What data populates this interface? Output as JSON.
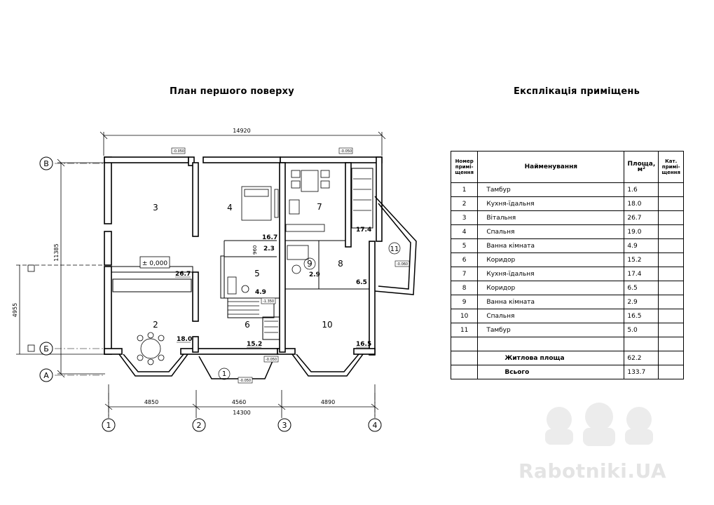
{
  "plan": {
    "title": "План першого поверху",
    "dim_top": "14920",
    "dim_bottom_total": "14300",
    "dim_bottom_segments": [
      "4850",
      "4560",
      "4890"
    ],
    "dim_left_total": "11385",
    "dim_left_porch": "4955",
    "level_mark": "± 0,000",
    "axes_rows": [
      "В",
      "Б",
      "А"
    ],
    "axes_cols": [
      "1",
      "2",
      "3",
      "4"
    ],
    "room_numbers": [
      "1",
      "2",
      "3",
      "4",
      "5",
      "6",
      "7",
      "8",
      "9",
      "10",
      "11"
    ],
    "room_areas": [
      "18.0",
      "26.7",
      "16.7",
      "2.3",
      "4.9",
      "15.2",
      "17.4",
      "2.9",
      "6.5",
      "16.5"
    ],
    "marks": [
      "-0.050",
      "-0.050",
      "-0.050",
      "-0.050",
      "-0.060",
      "-1.350",
      "-0.050",
      "960"
    ]
  },
  "explication": {
    "title": "Експлікація приміщень",
    "headers": {
      "number": "Номер примі-щення",
      "name": "Найменування",
      "area": "Площа, м²",
      "category": "Кат. примі-щення"
    },
    "rows": [
      {
        "num": "1",
        "name": "Тамбур",
        "area": "1.6"
      },
      {
        "num": "2",
        "name": "Кухня-їдальня",
        "area": "18.0"
      },
      {
        "num": "3",
        "name": "Вітальня",
        "area": "26.7"
      },
      {
        "num": "4",
        "name": "Спальня",
        "area": "19.0"
      },
      {
        "num": "5",
        "name": "Ванна кімната",
        "area": "4.9"
      },
      {
        "num": "6",
        "name": "Коридор",
        "area": "15.2"
      },
      {
        "num": "7",
        "name": "Кухня-їдальня",
        "area": "17.4"
      },
      {
        "num": "8",
        "name": "Коридор",
        "area": "6.5"
      },
      {
        "num": "9",
        "name": "Ванна кімната",
        "area": "2.9"
      },
      {
        "num": "10",
        "name": "Спальня",
        "area": "16.5"
      },
      {
        "num": "11",
        "name": "Тамбур",
        "area": "5.0"
      }
    ],
    "living_label": "Житлова площа",
    "living_value": "62.2",
    "total_label": "Всього",
    "total_value": "133.7"
  },
  "watermark": "Rabotniki.UA"
}
